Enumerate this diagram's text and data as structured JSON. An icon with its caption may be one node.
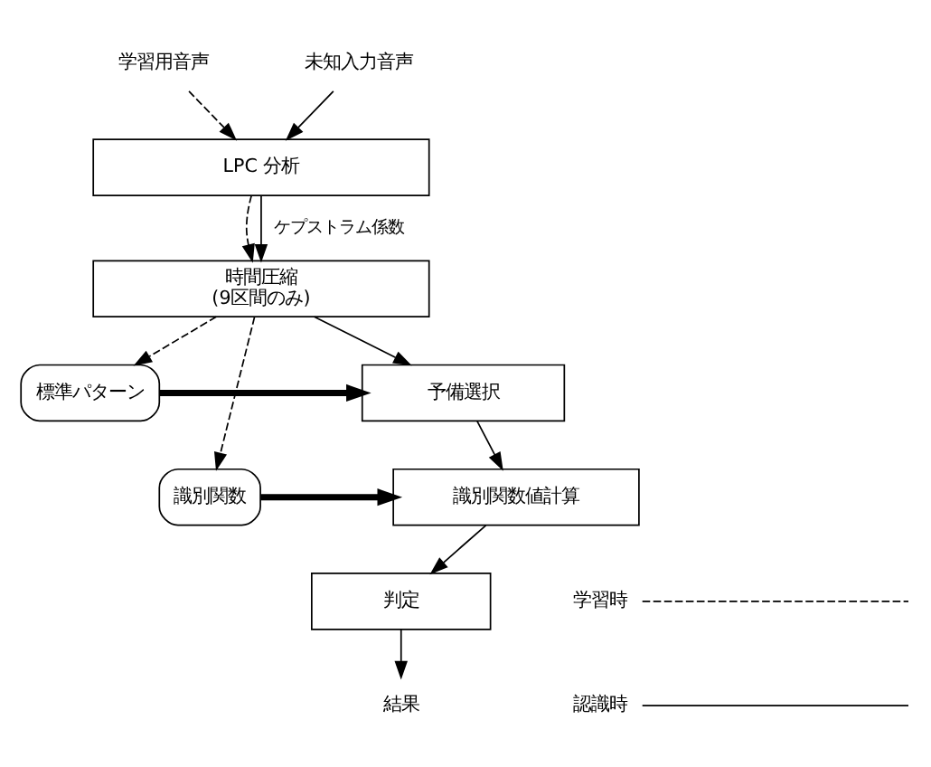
{
  "diagram": {
    "nodes": [
      {
        "text": [
          "学習用音声"
        ]
      },
      {
        "text": [
          "未知入力音声"
        ]
      },
      {
        "text": [
          "LPC 分析"
        ]
      },
      {
        "text": [
          "時間圧縮",
          "(9区間のみ)"
        ]
      },
      {
        "text": [
          "標準パターン"
        ]
      },
      {
        "text": [
          "識別関数"
        ]
      },
      {
        "text": [
          "予備選択"
        ]
      },
      {
        "text": [
          "識別関数値計算"
        ]
      },
      {
        "text": [
          "判定"
        ]
      },
      {
        "text": [
          "結果"
        ]
      }
    ],
    "edges": [
      {
        "from": 0,
        "to": 2,
        "arrow": "to",
        "style": "dashed"
      },
      {
        "from": 1,
        "to": 2,
        "arrow": "to"
      },
      {
        "from": 2,
        "to": 3,
        "arrow": "to",
        "style": "dashed"
      },
      {
        "from": 2,
        "to": 3,
        "arrow": "to",
        "label": "ケプストラム係数"
      },
      {
        "from": 3,
        "to": 4,
        "arrow": "to",
        "style": "dashed"
      },
      {
        "from": 3,
        "to": 5,
        "arrow": "to",
        "style": "dashed"
      },
      {
        "from": 3,
        "to": 6,
        "arrow": "to"
      },
      {
        "from": 4,
        "to": 6,
        "arrow": "to",
        "style": "thick"
      },
      {
        "from": 6,
        "to": 7,
        "arrow": "to"
      },
      {
        "from": 5,
        "to": 7,
        "arrow": "to",
        "style": "thick"
      },
      {
        "from": 7,
        "to": 8,
        "arrow": "to"
      },
      {
        "from": 8,
        "to": 9,
        "arrow": "to"
      }
    ],
    "legend": [
      {
        "text": "学習時"
      },
      {
        "text": "認識時"
      }
    ]
  }
}
